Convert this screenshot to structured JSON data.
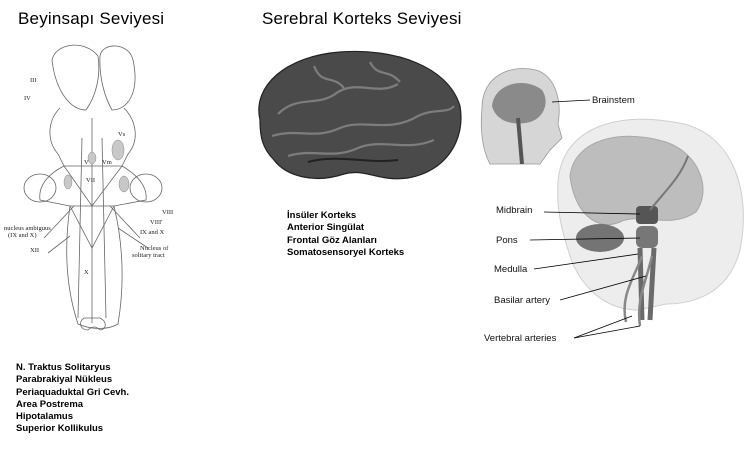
{
  "headings": {
    "brainstem_level": "Beyinsapı Seviyesi",
    "cortex_level": "Serebral Korteks Seviyesi"
  },
  "brainstem_structures": [
    "N. Traktus  Solitaryus",
    "Parabrakiyal Nükleus",
    "Periaquaduktal  Gri Cevh.",
    "Area Postrema",
    "Hipotalamus",
    "Superior Kollikulus"
  ],
  "cortex_structures": [
    "İnsüler Korteks",
    "Anterior  Singülat",
    "Frontal  Göz Alanları",
    "Somatosensoryel  Korteks"
  ],
  "brainstem_diagram_labels": {
    "cn3": "III",
    "cn4": "IV",
    "cn5": "V",
    "vs": "Vs",
    "vm": "Vm",
    "vii": "VII",
    "viii": "VIII",
    "viii_prime": "VIII'",
    "ix_x": "IX and X",
    "xii": "XII",
    "x": "X",
    "nucleus_ambiguus": "nucleus ambiguus",
    "ix_and_x_paren": "(IX and X)",
    "nucleus_of": "Nucleus of",
    "solitary_tract": "solitary tract"
  },
  "anatomy_labels": {
    "brainstem": "Brainstem",
    "midbrain": "Midbrain",
    "pons": "Pons",
    "medulla": "Medulla",
    "basilar_artery": "Basilar artery",
    "vertebral_arteries": "Vertebral arteries"
  }
}
